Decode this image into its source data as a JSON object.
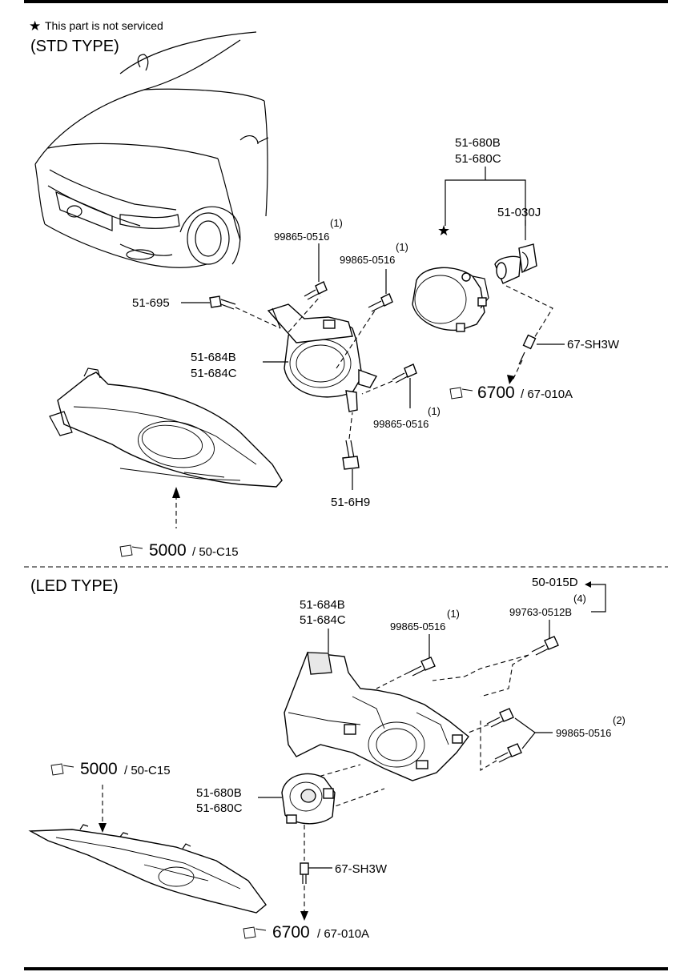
{
  "note": {
    "star": "★",
    "text": "This part is not serviced"
  },
  "sections": {
    "std": "(STD TYPE)",
    "led": "(LED TYPE)"
  },
  "std_labels": {
    "unit_b": "51-680B",
    "unit_c": "51-680C",
    "bulb": "51-030J",
    "bolt1_qty": "(1)",
    "bolt1": "99865-0516",
    "bolt2_qty": "(1)",
    "bolt2": "99865-0516",
    "screw": "51-695",
    "bracket_b": "51-684B",
    "bracket_c": "51-684C",
    "socket": "67-SH3W",
    "bolt3_qty": "(1)",
    "bolt3": "99865-0516",
    "clip": "51-6H9",
    "ref_elec_num": "6700",
    "ref_elec_sub": "/ 67-010A",
    "ref_body_num": "5000",
    "ref_body_sub": "/ 50-C15"
  },
  "led_labels": {
    "bracket_b": "51-684B",
    "bracket_c": "51-684C",
    "bolt_qty": "(1)",
    "bolt": "99865-0516",
    "top_part": "50-015D",
    "top_qty": "(4)",
    "top_bolt": "99763-0512B",
    "bolts_qty": "(2)",
    "bolts": "99865-0516",
    "ref_body_num": "5000",
    "ref_body_sub": "/ 50-C15",
    "unit_b": "51-680B",
    "unit_c": "51-680C",
    "socket": "67-SH3W",
    "ref_elec_num": "6700",
    "ref_elec_sub": "/ 67-010A"
  }
}
